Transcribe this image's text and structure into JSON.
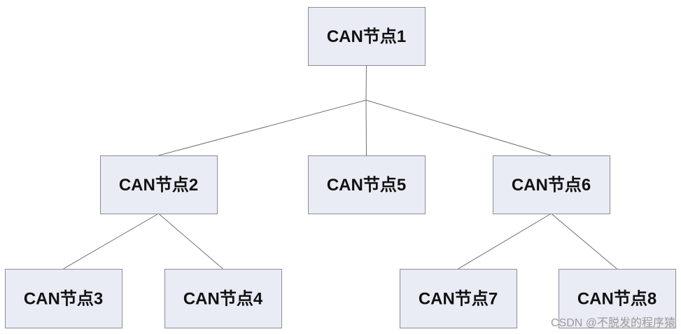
{
  "nodes": [
    {
      "id": "n1",
      "label": "CAN节点1"
    },
    {
      "id": "n2",
      "label": "CAN节点2"
    },
    {
      "id": "n3",
      "label": "CAN节点3"
    },
    {
      "id": "n4",
      "label": "CAN节点4"
    },
    {
      "id": "n5",
      "label": "CAN节点5"
    },
    {
      "id": "n6",
      "label": "CAN节点6"
    },
    {
      "id": "n7",
      "label": "CAN节点7"
    },
    {
      "id": "n8",
      "label": "CAN节点8"
    }
  ],
  "edges": [
    {
      "from": "n1",
      "to": "n2"
    },
    {
      "from": "n1",
      "to": "n5"
    },
    {
      "from": "n1",
      "to": "n6"
    },
    {
      "from": "n2",
      "to": "n3"
    },
    {
      "from": "n2",
      "to": "n4"
    },
    {
      "from": "n6",
      "to": "n7"
    },
    {
      "from": "n6",
      "to": "n8"
    }
  ],
  "watermark": "CSDN @不脱发的程序猿",
  "colors": {
    "node_fill": "#e9ecf4",
    "node_border": "#8a8d96",
    "edge": "#6d6f75",
    "text": "#111111"
  }
}
